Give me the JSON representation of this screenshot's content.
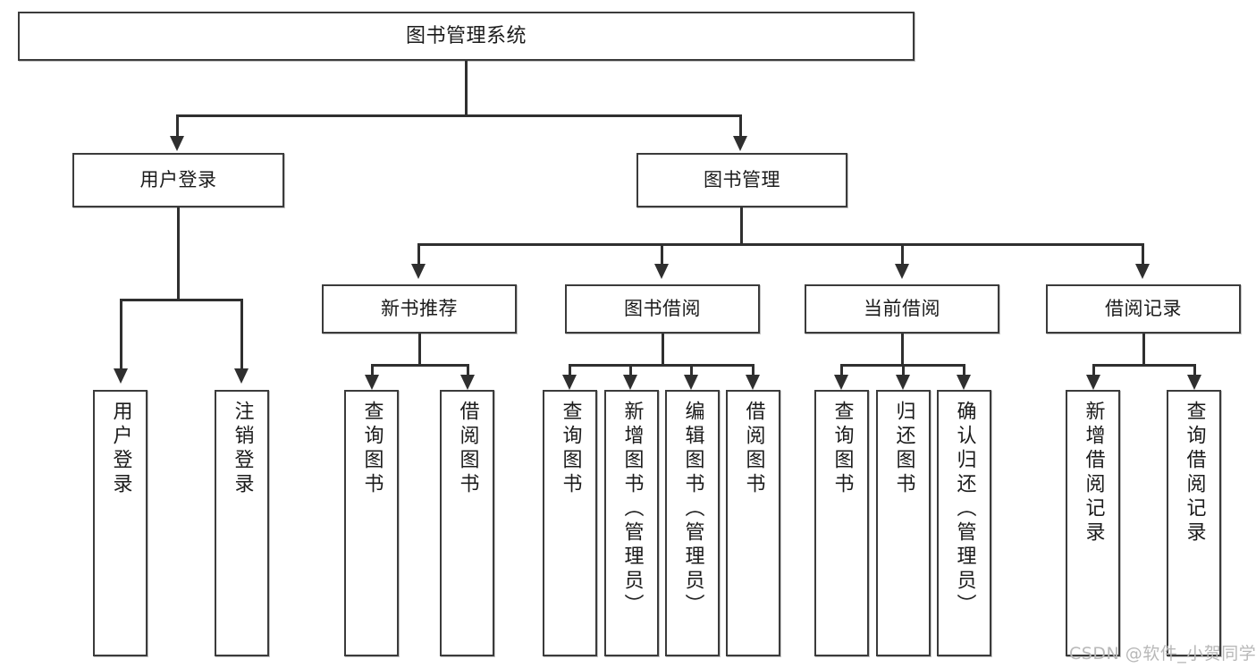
{
  "diagram": {
    "type": "tree-hierarchy",
    "title": "图书管理系统",
    "watermark": "CSDN @软件_小贺同学",
    "root": {
      "label": "图书管理系统"
    },
    "level2": [
      {
        "label": "用户登录"
      },
      {
        "label": "图书管理"
      }
    ],
    "level3": [
      {
        "label": "新书推荐"
      },
      {
        "label": "图书借阅"
      },
      {
        "label": "当前借阅"
      },
      {
        "label": "借阅记录"
      }
    ],
    "leaves": {
      "user_login": [
        {
          "label": "用户登录"
        },
        {
          "label": "注销登录"
        }
      ],
      "new_book_recommend": [
        {
          "label": "查询图书"
        },
        {
          "label": "借阅图书"
        }
      ],
      "book_borrow": [
        {
          "label": "查询图书"
        },
        {
          "label": "新增图书（管理员）"
        },
        {
          "label": "编辑图书（管理员）"
        },
        {
          "label": "借阅图书"
        }
      ],
      "current_borrow": [
        {
          "label": "查询图书"
        },
        {
          "label": "归还图书"
        },
        {
          "label": "确认归还（管理员）"
        }
      ],
      "borrow_record": [
        {
          "label": "新增借阅记录"
        },
        {
          "label": "查询借阅记录"
        }
      ]
    },
    "colors": {
      "box_border": "#3b3b3b",
      "connector": "#2f2f2f",
      "background": "#ffffff",
      "text": "#1b1b1b",
      "watermark": "#b8b8b8"
    }
  }
}
